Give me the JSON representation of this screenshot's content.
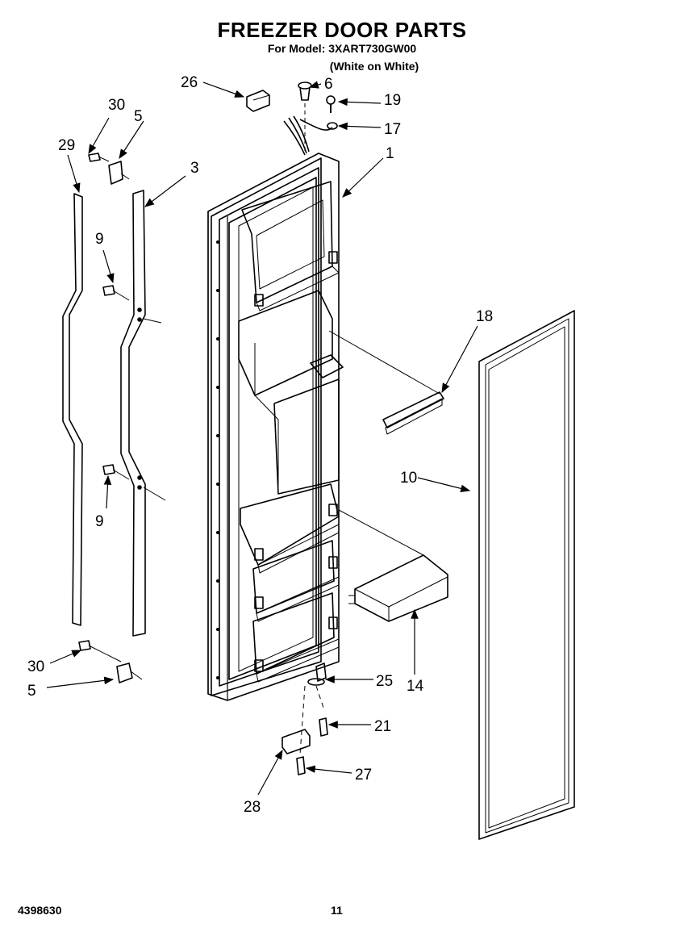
{
  "header": {
    "title": "FREEZER DOOR PARTS",
    "model": "For Model: 3XART730GW00",
    "color": "(White on White)"
  },
  "footer": {
    "doc_number": "4398630",
    "page_number": "11"
  },
  "callouts": {
    "c1": "1",
    "c3": "3",
    "c5a": "5",
    "c5b": "5",
    "c6": "6",
    "c9a": "9",
    "c9b": "9",
    "c10": "10",
    "c14": "14",
    "c17": "17",
    "c18": "18",
    "c19": "19",
    "c21": "21",
    "c25": "25",
    "c26": "26",
    "c27": "27",
    "c28": "28",
    "c29": "29",
    "c30a": "30",
    "c30b": "30"
  },
  "colors": {
    "ink": "#000000",
    "paper": "#ffffff"
  }
}
